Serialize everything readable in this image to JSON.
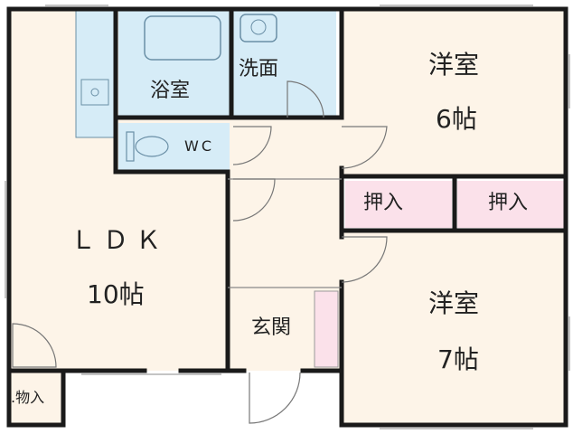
{
  "rooms": {
    "ldk": {
      "name": "ＬＤＫ",
      "size": "10帖"
    },
    "western_6": {
      "name": "洋室",
      "size": "6帖"
    },
    "western_7": {
      "name": "洋室",
      "size": "7帖"
    },
    "bath": {
      "name": "浴室"
    },
    "washroom": {
      "name": "洗面"
    },
    "wc": {
      "name": "WC"
    },
    "closet_left": {
      "name": "押入"
    },
    "closet_right": {
      "name": "押入"
    },
    "entrance": {
      "name": "玄関"
    },
    "storage": {
      "name": ".物入"
    }
  },
  "colors": {
    "floor": "#fdf4e8",
    "wet_area": "#d6ecf7",
    "closet": "#fbe1ea",
    "wall": "#1a1a1a",
    "fixture_line": "#6a8fa6"
  }
}
